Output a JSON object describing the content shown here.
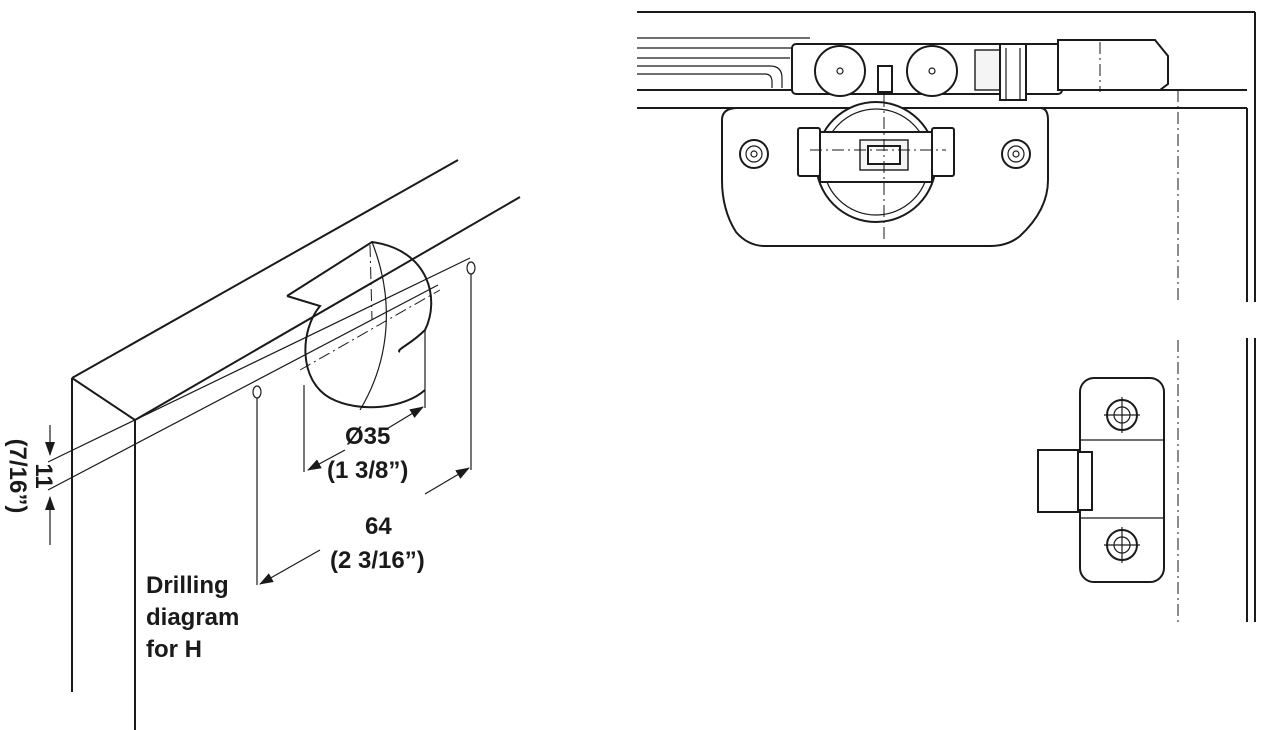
{
  "diagram": {
    "dimensions": {
      "cup_diameter": "Ø35",
      "cup_diameter_inch": "(1 3/8”)",
      "hole_spacing": "64",
      "hole_spacing_inch": "(2 3/16”)",
      "edge_distance": "11",
      "edge_distance_inch": "(7/16”)"
    },
    "caption": {
      "line1": "Drilling",
      "line2": "diagram",
      "line3": "for H"
    }
  }
}
